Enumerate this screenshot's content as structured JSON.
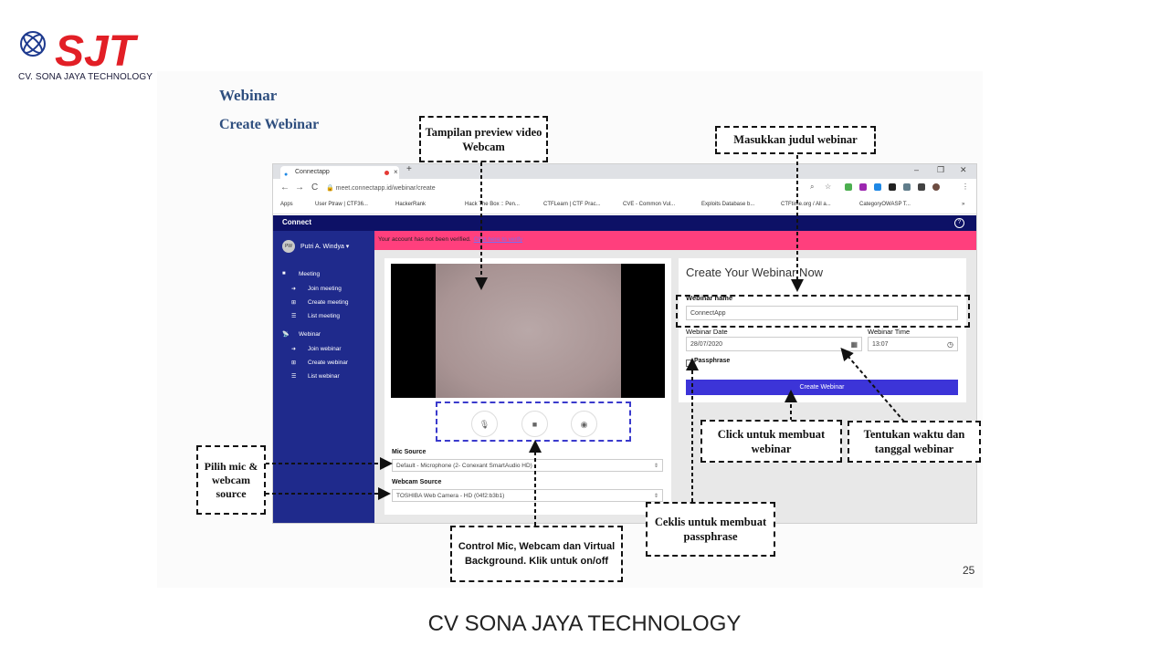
{
  "slide": {
    "company": "CV. SONA JAYA TECHNOLOGY",
    "logo_mark": "SJT",
    "heading": "Webinar",
    "subheading": "Create Webinar",
    "page_number": "25",
    "footer": "CV SONA JAYA TECHNOLOGY"
  },
  "browser": {
    "tab_title": "Connectapp",
    "tab_close": "×",
    "new_tab": "+",
    "window_controls": [
      "–",
      "❐",
      "✕"
    ],
    "nav": [
      "←",
      "→",
      "C"
    ],
    "url": "meet.connectapp.id/webinar/create",
    "bookmarks": [
      "Apps",
      "User Ptraw | CTF36...",
      "HackerRank",
      "Hack The Box :: Pen...",
      "CTFLearn | CTF Prac...",
      "CVE - Common Vul...",
      "Exploits Database b...",
      "CTFtime.org / All a...",
      "CategoryOWASP T..."
    ],
    "bookmarks_more": "»"
  },
  "app": {
    "title": "Connect",
    "help": "?",
    "user": {
      "initials": "PW",
      "name": "Putri A. Windya ▾"
    },
    "alert": {
      "text": "Your account has not been verified.",
      "link": "Click here to verify"
    },
    "sidebar": {
      "meeting": "Meeting",
      "meeting_items": [
        "Join meeting",
        "Create meeting",
        "List meeting"
      ],
      "webinar": "Webinar",
      "webinar_items": [
        "Join webinar",
        "Create webinar",
        "List webinar"
      ]
    },
    "media": {
      "mic_source_label": "Mic Source",
      "mic_source_value": "Default - Microphone (2- Conexant SmartAudio HD)",
      "webcam_source_label": "Webcam Source",
      "webcam_source_value": "TOSHIBA Web Camera - HD (04f2:b3b1)"
    },
    "form": {
      "title": "Create Your Webinar Now",
      "name_label": "Webinar name",
      "name_value": "ConnectApp",
      "date_label": "Webinar Date",
      "date_value": "28/07/2020",
      "time_label": "Webinar Time",
      "time_value": "13:07",
      "passphrase_label": "Passphrase",
      "submit": "Create Webinar"
    }
  },
  "annotations": {
    "preview": "Tampilan preview video Webcam",
    "title_hint": "Masukkan judul webinar",
    "mic_webcam": "Pilih mic & webcam source",
    "click_create": "Click untuk membuat webinar",
    "datetime": "Tentukan waktu dan tanggal webinar",
    "passphrase": "Ceklis untuk membuat passphrase",
    "controls": "Control Mic, Webcam dan Virtual Background. Klik untuk on/off"
  },
  "colors": {
    "appbar": "#0d1166",
    "sidebar": "#1f2a8c",
    "alert": "#ff3f7d",
    "primary_button": "#3c34d8",
    "logo_red": "#e21f26",
    "logo_blue": "#1f3b8f"
  }
}
